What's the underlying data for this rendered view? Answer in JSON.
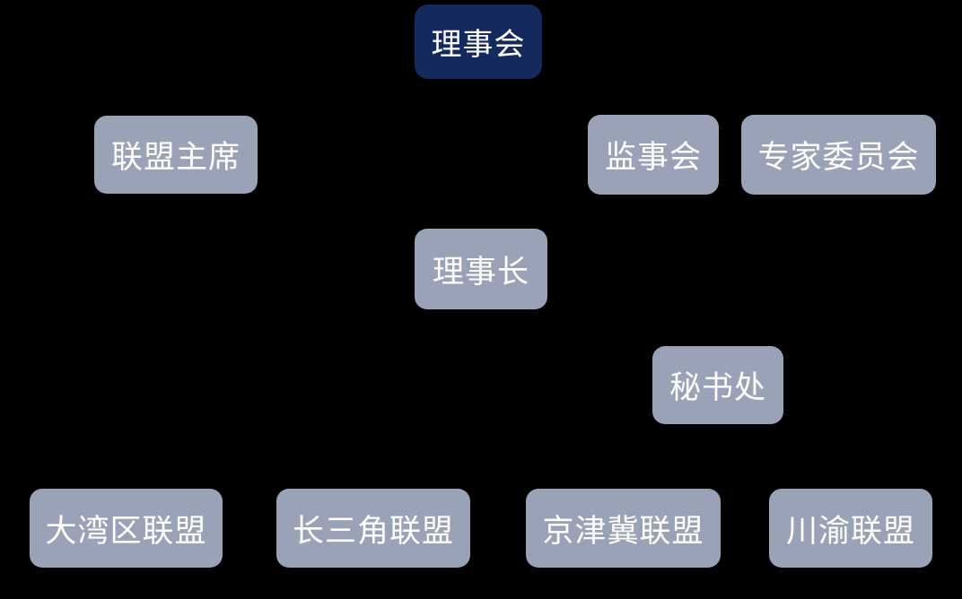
{
  "diagram": {
    "type": "org-chart",
    "colors": {
      "background": "#000000",
      "root_fill": "#152A5C",
      "node_fill": "#9AA2B8",
      "text": "#FFFFFF"
    },
    "nodes": {
      "board": {
        "label": "理事会",
        "level": 1
      },
      "alliance_chairman": {
        "label": "联盟主席",
        "level": 2
      },
      "supervisory_board": {
        "label": "监事会",
        "level": 2
      },
      "expert_committee": {
        "label": "专家委员会",
        "level": 2
      },
      "director_general": {
        "label": "理事长",
        "level": 3
      },
      "secretariat": {
        "label": "秘书处",
        "level": 4
      },
      "greater_bay_alliance": {
        "label": "大湾区联盟",
        "level": 5
      },
      "yangtze_delta_alliance": {
        "label": "长三角联盟",
        "level": 5
      },
      "jing_jin_ji_alliance": {
        "label": "京津冀联盟",
        "level": 5
      },
      "chuan_yu_alliance": {
        "label": "川渝联盟",
        "level": 5
      }
    }
  }
}
